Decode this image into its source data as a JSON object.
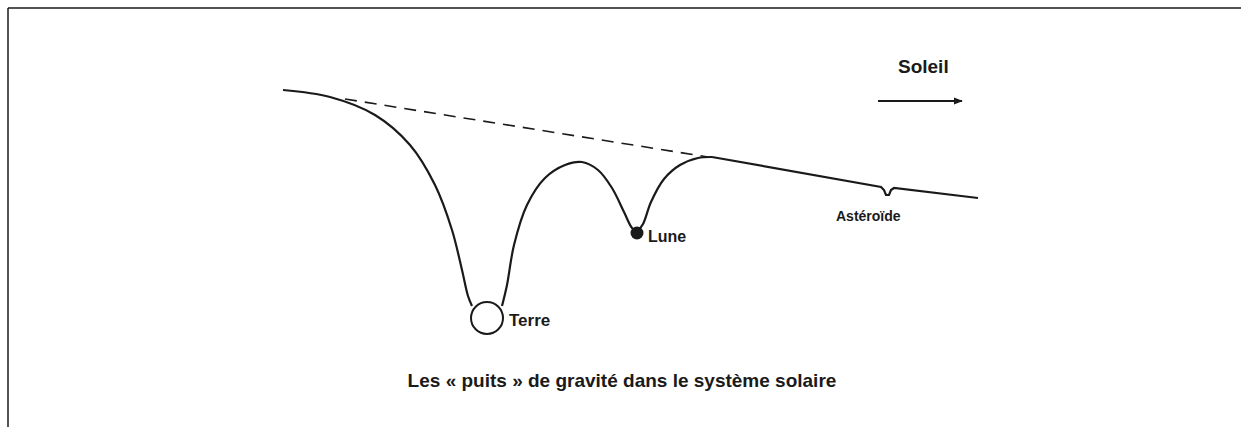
{
  "diagram": {
    "caption": "Les « puits » de gravité dans le système solaire",
    "labels": [
      "Soleil",
      "Terre",
      "Lune",
      "Astéroïde"
    ]
  }
}
